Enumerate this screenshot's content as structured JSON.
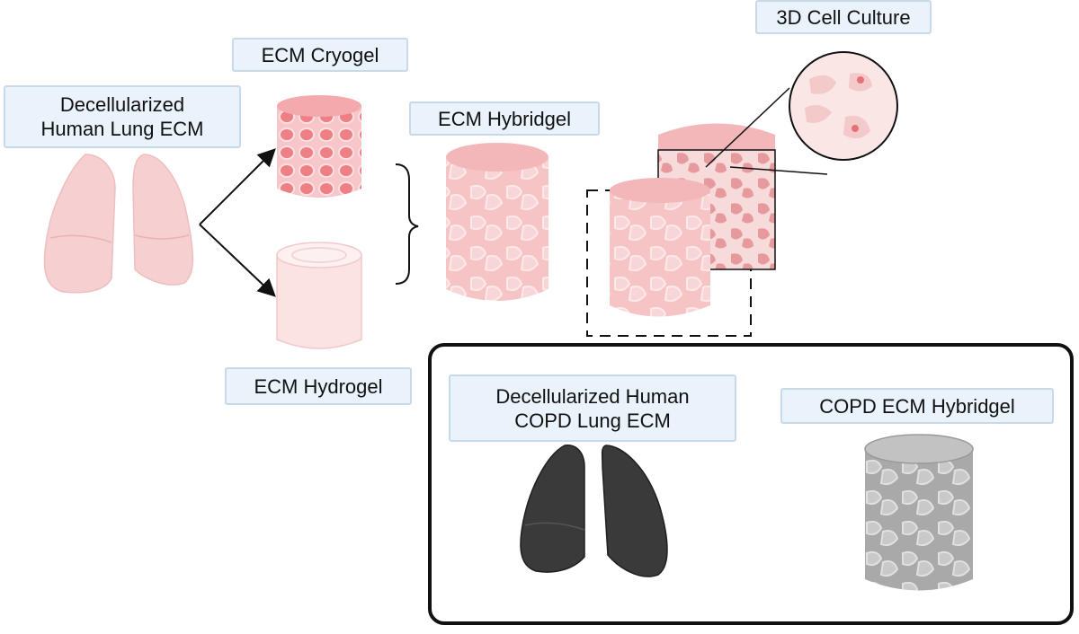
{
  "labels": {
    "decell_human_line1": "Decellularized",
    "decell_human_line2": "Human Lung ECM",
    "ecm_cryogel": "ECM Cryogel",
    "ecm_hydrogel": "ECM Hydrogel",
    "ecm_hybridgel": "ECM Hybridgel",
    "cell_culture_3d": "3D Cell Culture",
    "copd_decell_line1": "Decellularized Human",
    "copd_decell_line2": "COPD Lung ECM",
    "copd_hybridgel": "COPD ECM Hybridgel"
  },
  "colors": {
    "label_fill": "#eaf2fb",
    "label_border": "#c8d9ea",
    "healthy_lung": "#f6cfd0",
    "cryogel": "#ef8f93",
    "hydrogel": "#fbe3e3",
    "hybridgel": "#f6c4c5",
    "copd_lung": "#3a3a3a",
    "copd_gel": "#bfbfbf"
  }
}
